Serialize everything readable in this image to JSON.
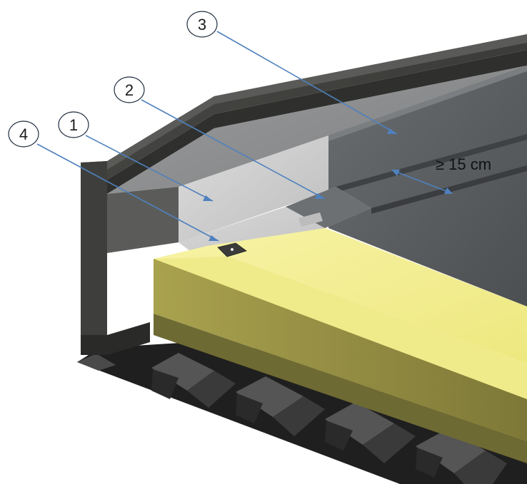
{
  "callouts": [
    {
      "id": "1",
      "label": "1"
    },
    {
      "id": "2",
      "label": "2"
    },
    {
      "id": "3",
      "label": "3"
    },
    {
      "id": "4",
      "label": "4"
    }
  ],
  "dimension": {
    "label": "≥ 15 cm"
  },
  "colors": {
    "background": "#ffffff",
    "leader_line": "#4f81bd",
    "insulation_top": "#f4f19a",
    "insulation_side": "#e7e06a",
    "insulation_front": "#8d8742",
    "membrane_dark": "#505356",
    "membrane_light": "#8e8f90",
    "flashing": "#cfcfcf",
    "curb": "#3c3d3b",
    "deck": "#2b2b2b"
  }
}
